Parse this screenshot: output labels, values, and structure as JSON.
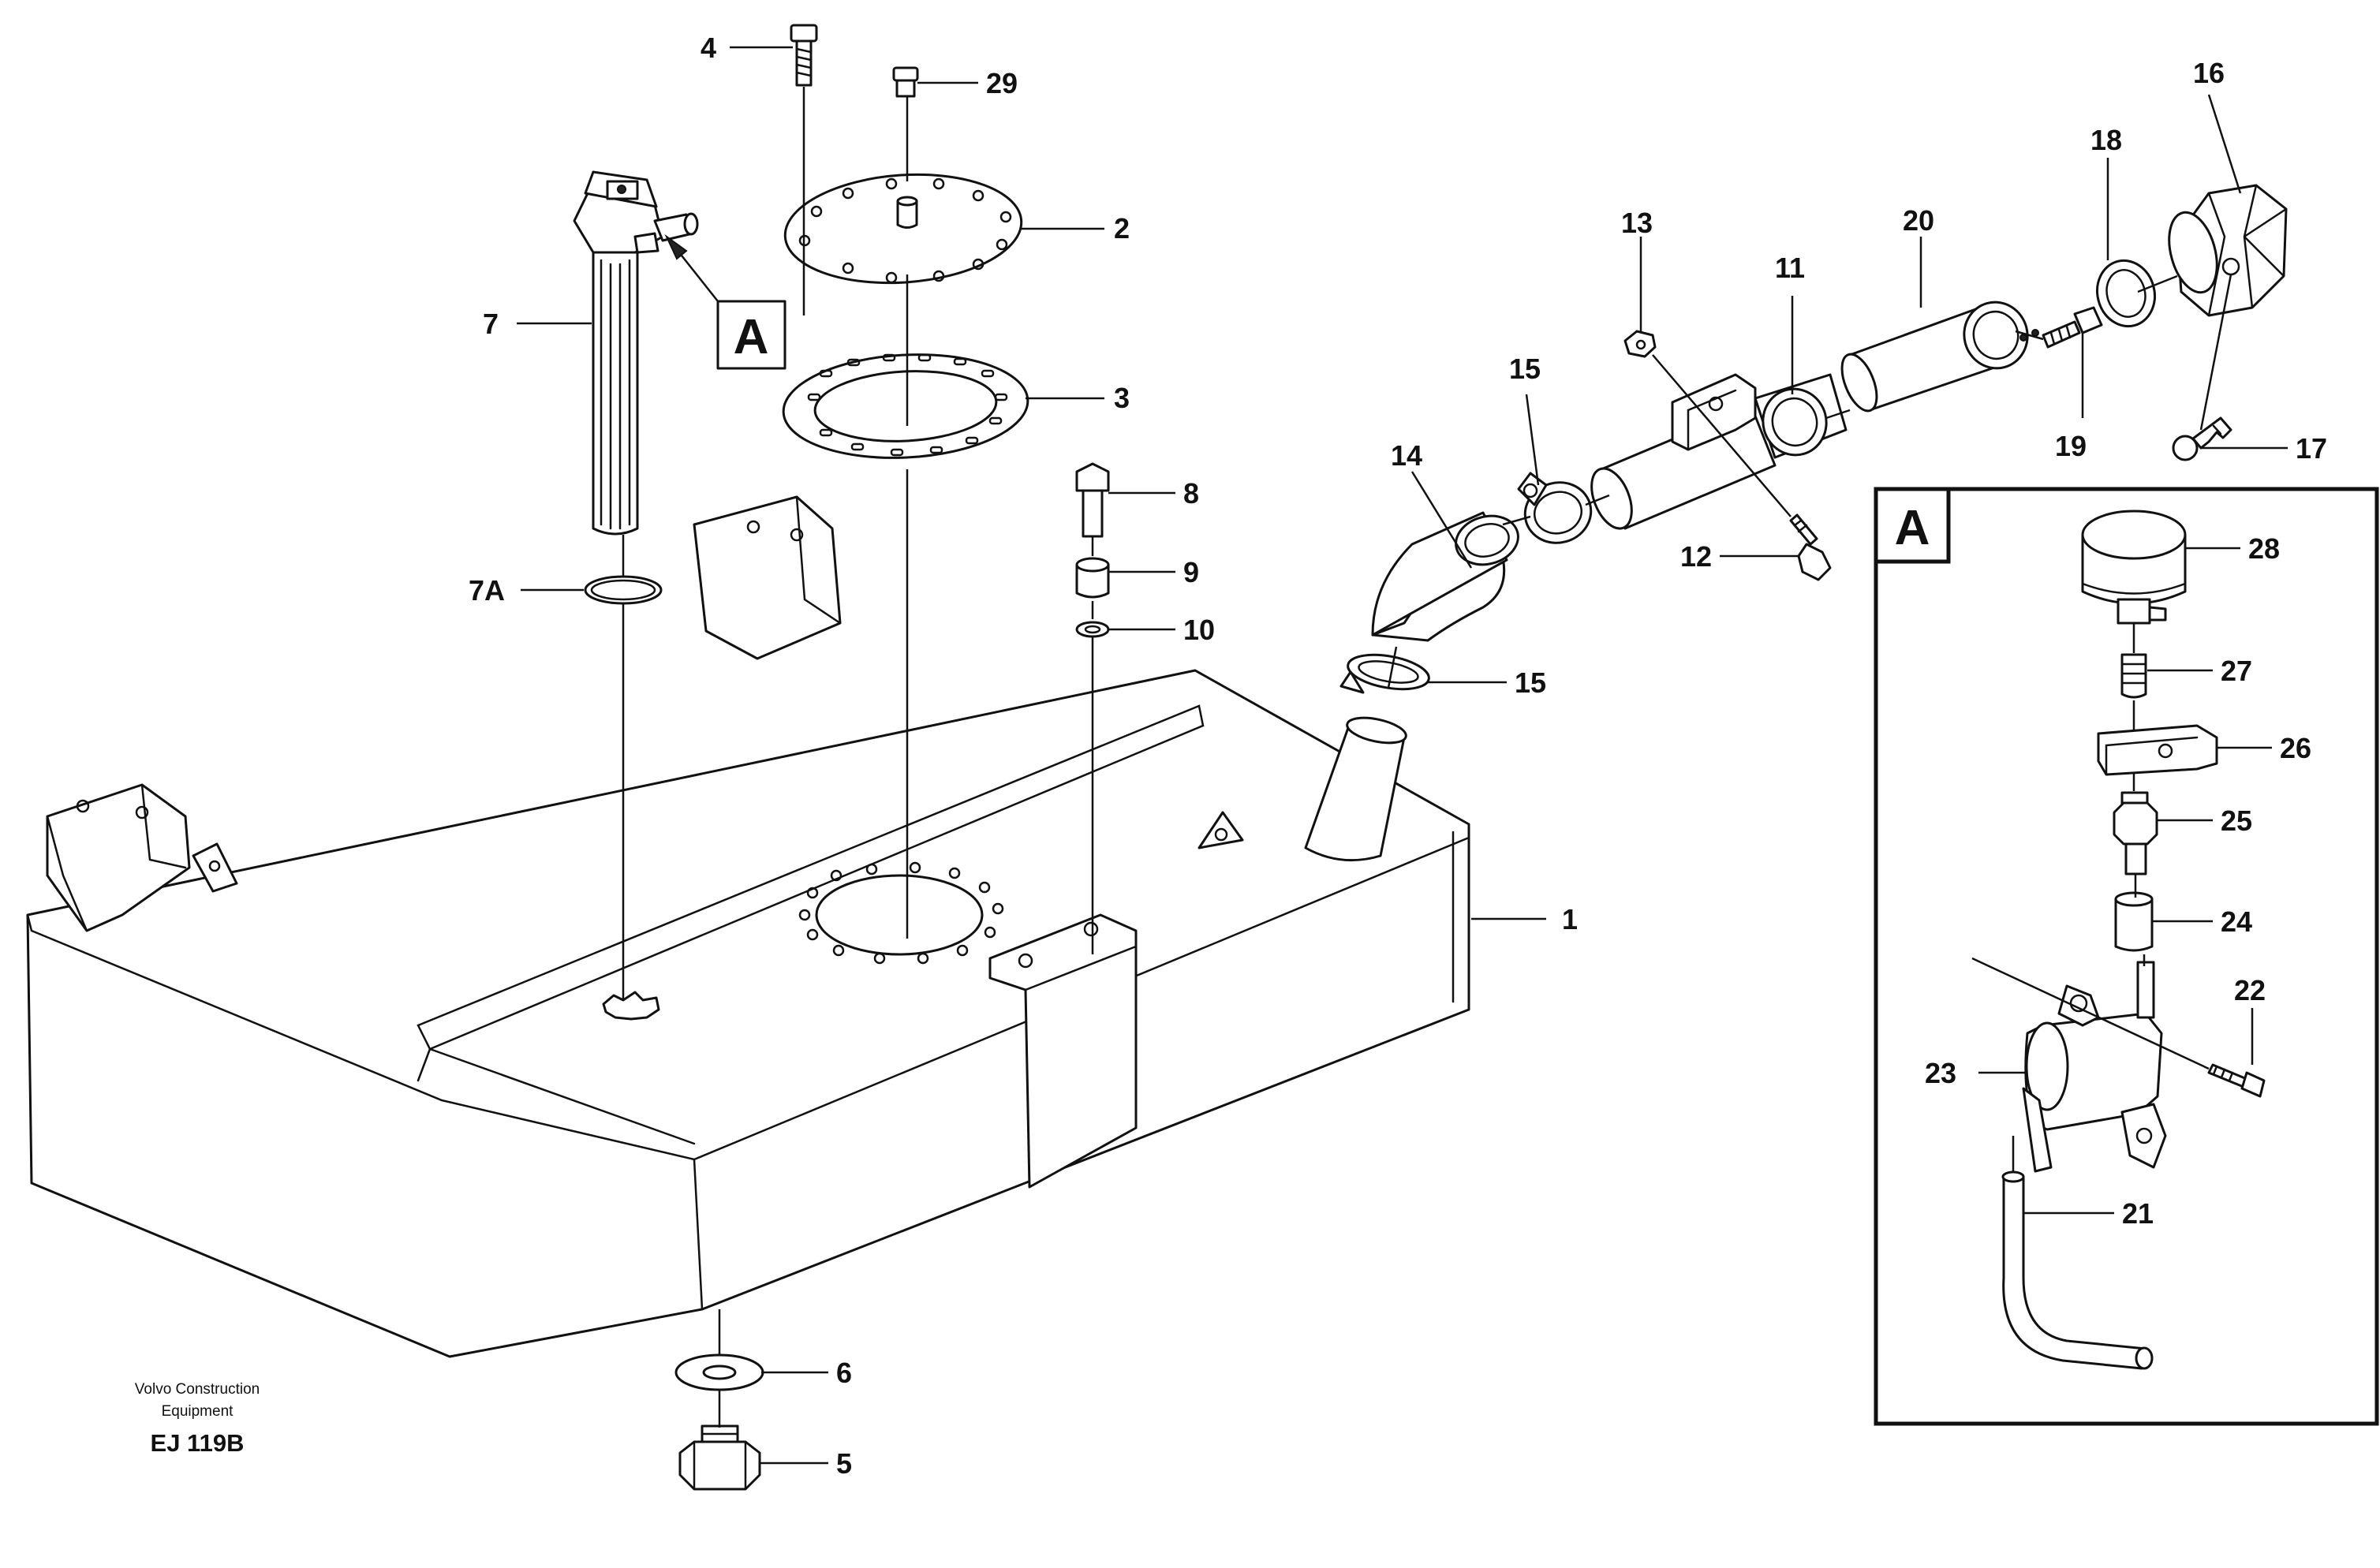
{
  "labels": {
    "p1": "1",
    "p2": "2",
    "p3": "3",
    "p4": "4",
    "p5": "5",
    "p6": "6",
    "p7": "7",
    "p7a": "7A",
    "p8": "8",
    "p9": "9",
    "p10": "10",
    "p11": "11",
    "p12": "12",
    "p13": "13",
    "p14": "14",
    "p15a": "15",
    "p15b": "15",
    "p16": "16",
    "p17": "17",
    "p18": "18",
    "p19": "19",
    "p20": "20",
    "p21": "21",
    "p22": "22",
    "p23": "23",
    "p24": "24",
    "p25": "25",
    "p26": "26",
    "p27": "27",
    "p28": "28",
    "p29": "29"
  },
  "detail_callout": "A",
  "detail_box_title": "A",
  "credit_line1": "Volvo Construction",
  "credit_line2": "Equipment",
  "drawing_code": "EJ 119B"
}
